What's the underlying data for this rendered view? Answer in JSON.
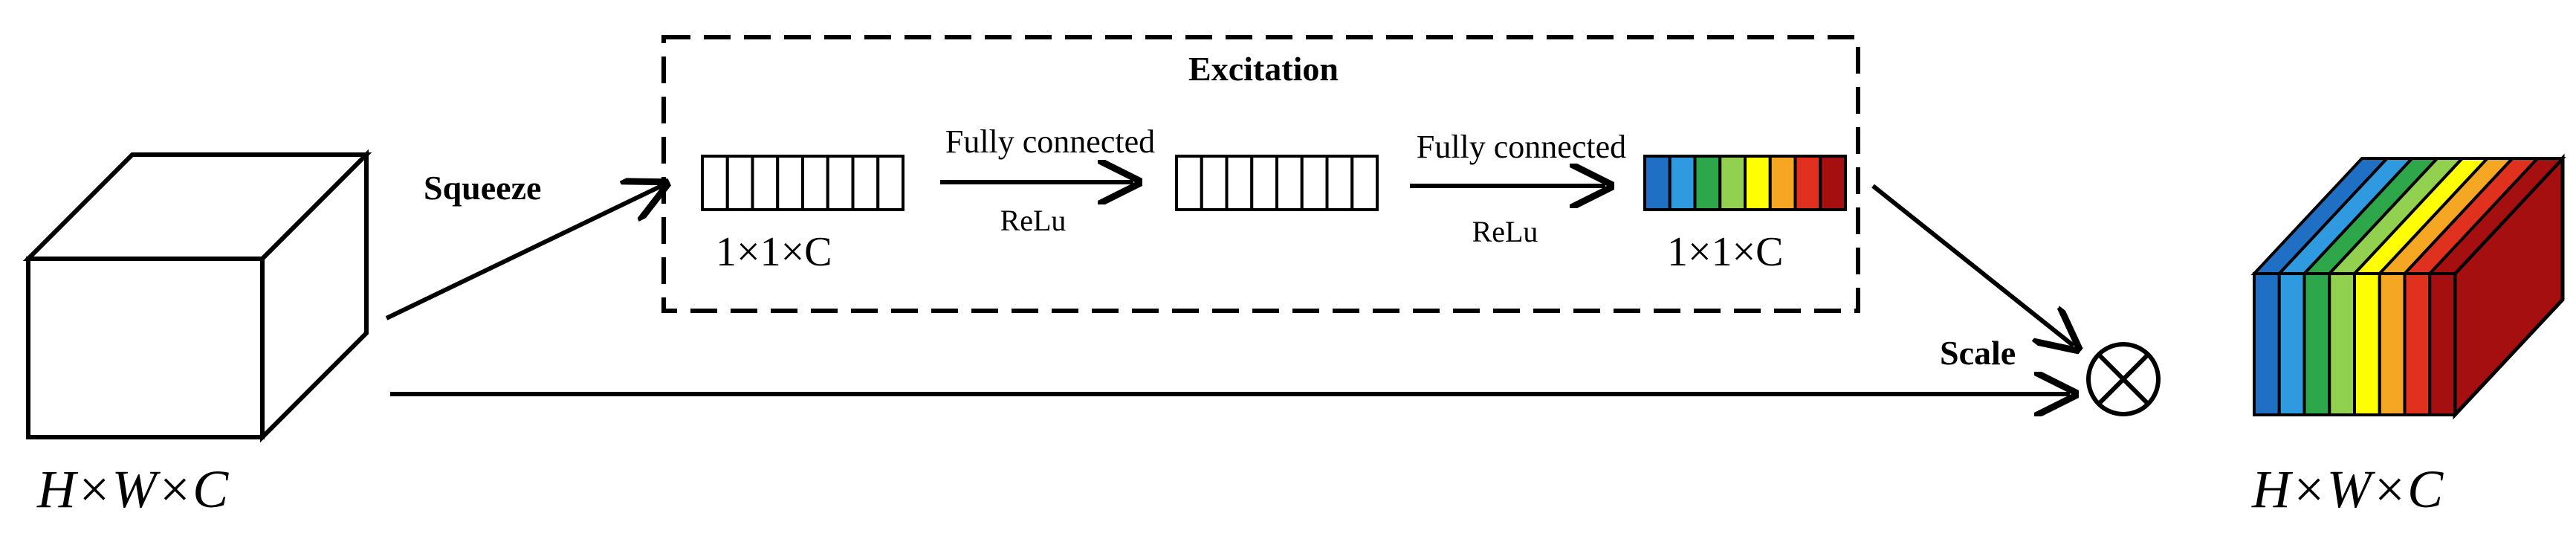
{
  "labels": {
    "input_dims": "H×W×C",
    "output_dims": "H×W×C",
    "squeeze": "Squeeze",
    "excitation": "Excitation",
    "scale": "Scale",
    "fc1_top": "Fully connected",
    "fc1_bottom": "ReLu",
    "fc2_top": "Fully connected",
    "fc2_bottom": "ReLu",
    "vec1_dims": "1×1×C",
    "vec2_dims": "1×1×C"
  },
  "weighted_vector": {
    "colors": [
      "#1f6fc5",
      "#2f9ae0",
      "#2ea64a",
      "#92d050",
      "#ffff00",
      "#f5a623",
      "#e0301e",
      "#a50f0f"
    ]
  },
  "output_cube": {
    "front_colors": [
      "#1f6fc5",
      "#2f9ae0",
      "#2ea64a",
      "#92d050",
      "#ffff00",
      "#f5a623",
      "#e0301e",
      "#a50f0f"
    ],
    "side_color": "#a50f0f"
  }
}
